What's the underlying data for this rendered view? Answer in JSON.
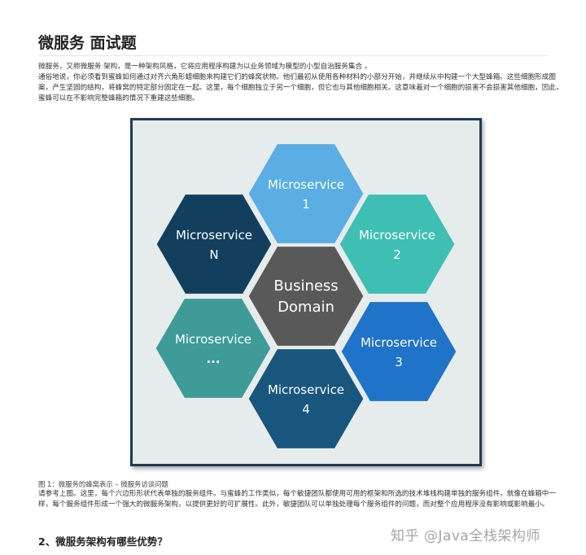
{
  "title": "微服务 面试题",
  "intro": {
    "line1": "微服务，又称微服务 架构，是一种架构风格，它将应用程序构建为以业务领域为模型的小型自治服务集合 。",
    "line2": "通俗地说，你必须看到蜜蜂如何通过对齐六角形蜡细胞来构建它们的蜂窝状物。他们最初从使用各种材料的小部分开始，并继续从中构建一个大型蜂箱。这些细胞形成图案，产生坚固的结构，将蜂窝的特定部分固定在一起。这里，每个细胞独立于另一个细胞，但它也与其他细胞相关。这意味着对一个细胞的损害不会损害其他细胞，因此，蜜蜂可以在不影响完整蜂箱的情况下重建这些细胞。"
  },
  "diagram": {
    "hexagons": [
      {
        "id": "center",
        "lines": [
          "Business",
          "Domain"
        ],
        "color": "#595959"
      },
      {
        "id": "ms1",
        "lines": [
          "Microservice",
          "1"
        ],
        "color": "#5aaee3"
      },
      {
        "id": "ms2",
        "lines": [
          "Microservice",
          "2"
        ],
        "color": "#3fbfb4"
      },
      {
        "id": "ms3",
        "lines": [
          "Microservice",
          "3"
        ],
        "color": "#1f73c8"
      },
      {
        "id": "ms4",
        "lines": [
          "Microservice",
          "4"
        ],
        "color": "#19567e"
      },
      {
        "id": "ms-more",
        "lines": [
          "Microservice",
          "..."
        ],
        "color": "#3e9b98"
      },
      {
        "id": "msn",
        "lines": [
          "Microservice",
          "N"
        ],
        "color": "#123f5e"
      }
    ],
    "frame_color": "#1f3b59",
    "background_color": "#e6eceb"
  },
  "caption": "图 1：微服务的蜂窝表示 – 微服务访谈问题",
  "body": {
    "text": "请参考上图。这里，每个六边形形状代表单独的服务组件。与蜜蜂的工作类似，每个敏捷团队都使用可用的框架和所选的技术堆栈构建单独的服务组件。就像在蜂箱中一样，每个服务组件形成一个强大的微服务架构，以提供更好的可扩展性。此外，敏捷团队可以单独处理每个服务组件的问题，而对整个应用程序没有影响或影响最小。"
  },
  "section_heading": "2、微服务架构有哪些优势？",
  "watermark": "知乎 @Java全栈架构师"
}
